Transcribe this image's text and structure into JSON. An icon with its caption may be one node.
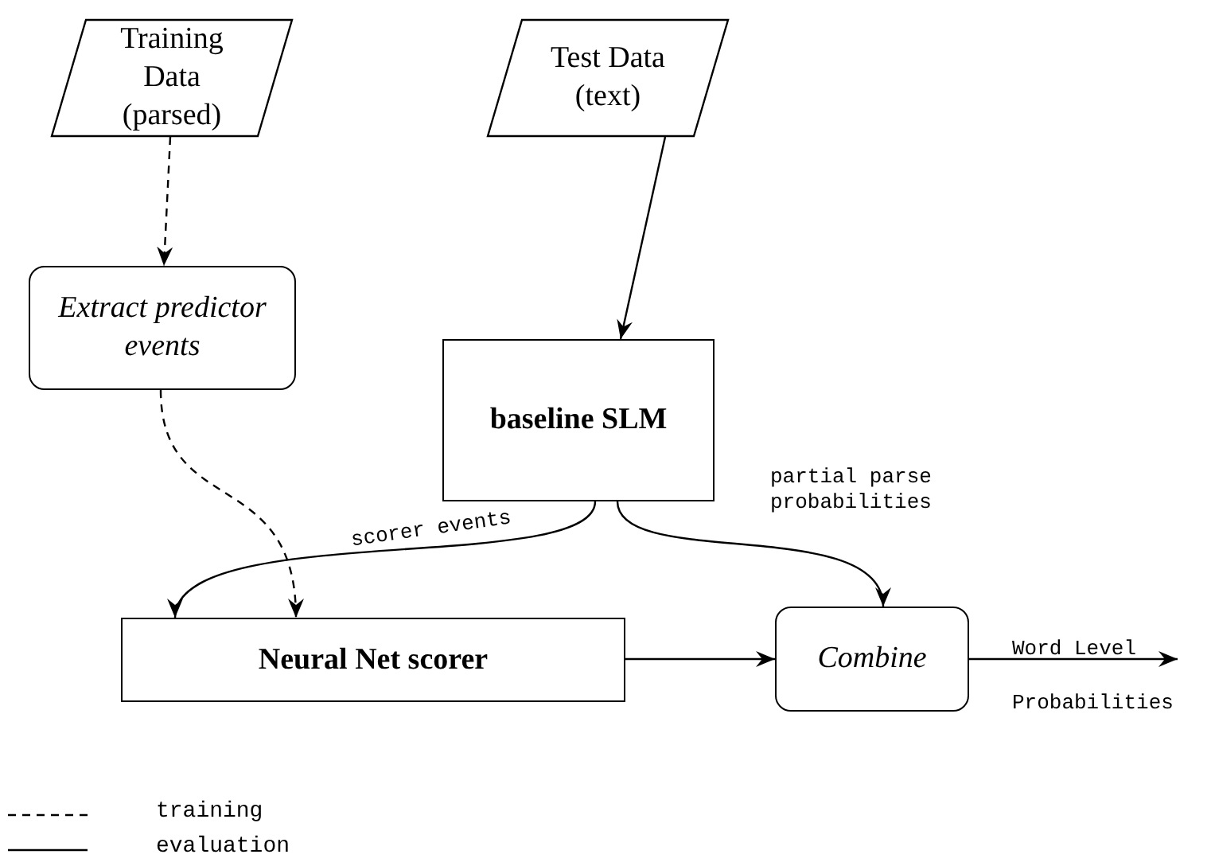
{
  "diagram": {
    "nodes": [
      {
        "text": [
          "Training Data (parsed)"
        ]
      },
      {
        "text": [
          "Test Data (text)"
        ]
      },
      {
        "text": [
          "Extract predictor events"
        ]
      },
      {
        "text": [
          "baseline SLM"
        ]
      },
      {
        "text": [
          "Neural Net scorer"
        ]
      },
      {
        "text": [
          "Combine"
        ]
      }
    ],
    "edges": [
      {
        "from": 0,
        "to": 2,
        "arrow": "to",
        "style": "dashed"
      },
      {
        "from": 2,
        "to": 4,
        "arrow": "to",
        "style": "dashed"
      },
      {
        "from": 1,
        "to": 3,
        "arrow": "to"
      },
      {
        "from": 3,
        "to": 4,
        "arrow": "to",
        "label": "scorer events"
      },
      {
        "from": 3,
        "to": 5,
        "arrow": "to",
        "label": "partial parse probabilities"
      },
      {
        "from": 4,
        "to": 5,
        "arrow": "to"
      },
      {
        "from": 5,
        "to": null,
        "arrow": "to",
        "label": "Word Level Probabilities"
      }
    ],
    "legend": [
      {
        "text": "training"
      },
      {
        "text": "evaluation"
      }
    ]
  }
}
